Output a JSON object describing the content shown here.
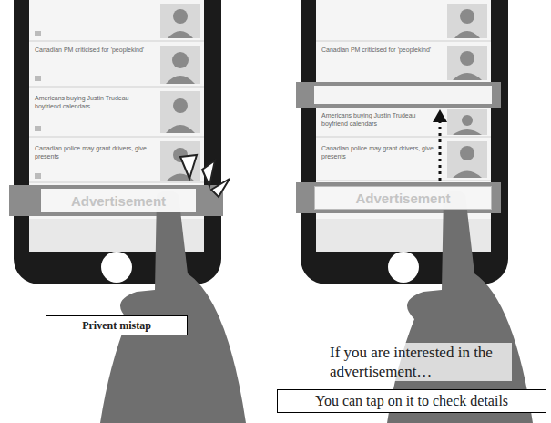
{
  "diagram": {
    "nodes": [
      {
        "text": [
          "Advertisement"
        ]
      },
      {
        "text": [
          "Privent mistap"
        ]
      },
      {
        "text": [
          "Advertisement"
        ]
      },
      {
        "text": [
          "You can tap on it to check details"
        ]
      }
    ],
    "labels": [
      "Canadian PM criticised for 'peoplekind'",
      "Americans buying Justin Trudeau boyfriend calendars",
      "Canadian police may grant drivers, give presents",
      "Canadian PM criticised for 'peoplekind'",
      "Americans buying Justin Trudeau boyfriend calendars",
      "Canadian police may grant drivers, give presents",
      "If you are interested in the advertisement…"
    ]
  }
}
